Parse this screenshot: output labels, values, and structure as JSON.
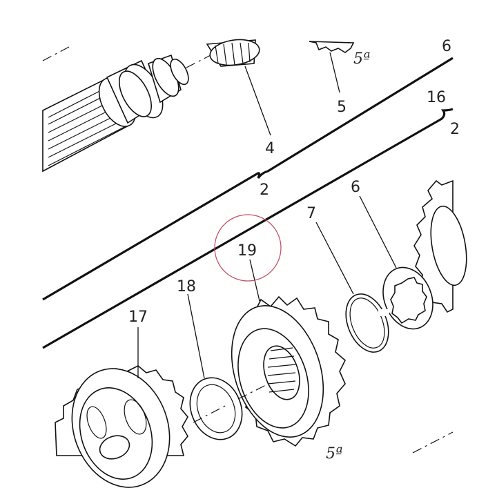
{
  "labels": {
    "p6_top": "6",
    "p5a_top": "5ª",
    "p5": "5",
    "p4": "4",
    "p16": "16",
    "p2": "2",
    "p6": "6",
    "p7": "7",
    "p19": "19",
    "p18": "18",
    "p17": "17",
    "p5a_bottom": "5ª"
  },
  "highlight_color": "#c0506a",
  "line_color": "#111111"
}
